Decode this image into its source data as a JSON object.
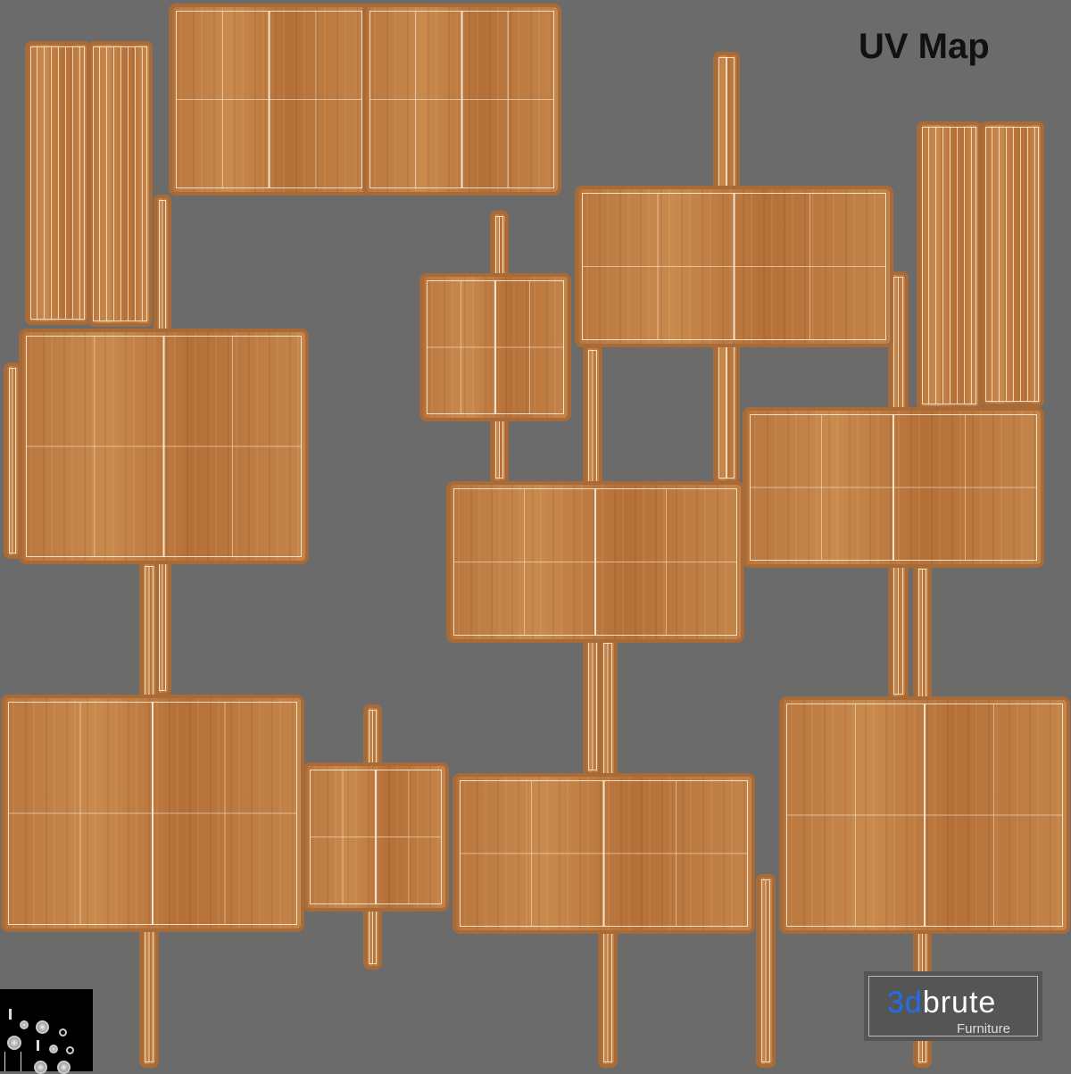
{
  "title": "UV Map",
  "logo": {
    "brand_prefix": "3d",
    "brand_suffix": "brute",
    "subtitle": "Furniture"
  },
  "colors": {
    "background": "#6b6b6b",
    "wood": "#c0804a",
    "brand_blue": "#1e6fe8"
  }
}
